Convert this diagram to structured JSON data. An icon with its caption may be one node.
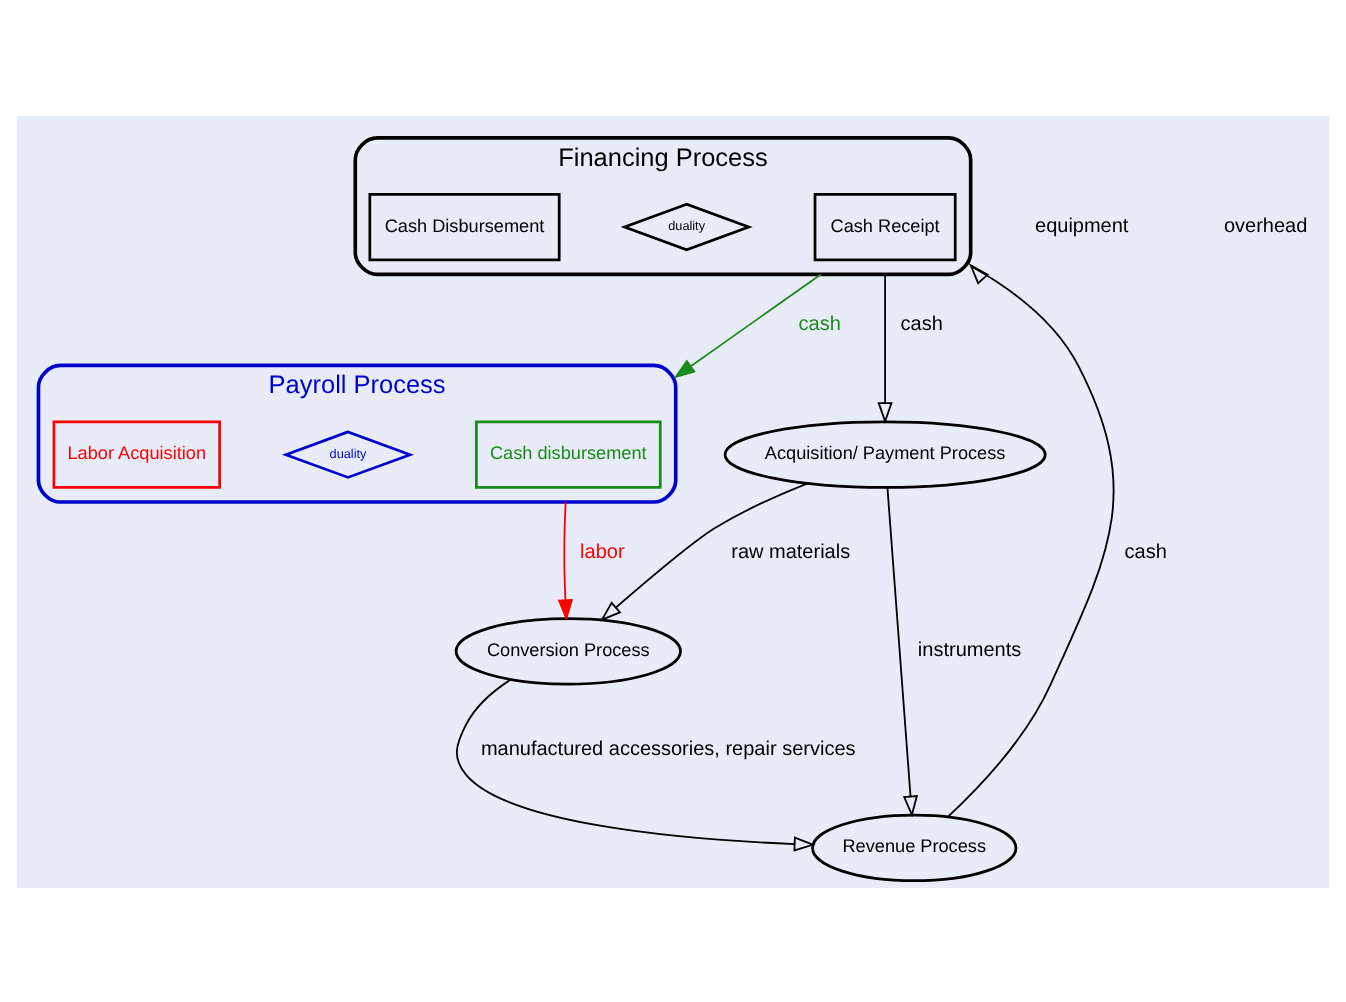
{
  "diagram": {
    "nodes": [
      {
        "text": [
          "Financing Process"
        ]
      },
      {
        "text": [
          "Cash Receipt"
        ],
        "in": 0
      },
      {
        "text": [
          "duality"
        ],
        "in": 0
      },
      {
        "text": [
          "Cash Disbursement"
        ],
        "in": 0
      },
      {
        "text": [
          "Revenue Process"
        ]
      },
      {
        "text": [
          "Payroll Process"
        ]
      },
      {
        "text": [
          "Cash disbursement"
        ],
        "in": 5
      },
      {
        "text": [
          "duality"
        ],
        "in": 5
      },
      {
        "text": [
          "Labor Acquisition"
        ],
        "in": 5
      },
      {
        "text": [
          "Conversion Process"
        ]
      },
      {
        "text": [
          "Acquisition/ Payment Process"
        ]
      }
    ],
    "edges": [
      {
        "from": 4,
        "to": 0,
        "arrow": "to",
        "label": "cash"
      },
      {
        "from": 0,
        "to": 10,
        "arrow": "to",
        "label": "cash"
      },
      {
        "from": 0,
        "to": 5,
        "arrow": "to",
        "label": "cash",
        "color": "#1a8a1a"
      },
      {
        "from": 5,
        "to": 9,
        "arrow": "to",
        "label": "labor",
        "color": "#ff0000"
      },
      {
        "from": 10,
        "to": 9,
        "arrow": "to",
        "label": "raw materials"
      },
      {
        "from": 9,
        "to": 4,
        "arrow": "to",
        "label": "manufactured accessories, repair services"
      },
      {
        "from": 10,
        "to": 4,
        "arrow": "to",
        "label": "instruments"
      }
    ],
    "labels": [
      "equipment",
      "overhead"
    ]
  }
}
